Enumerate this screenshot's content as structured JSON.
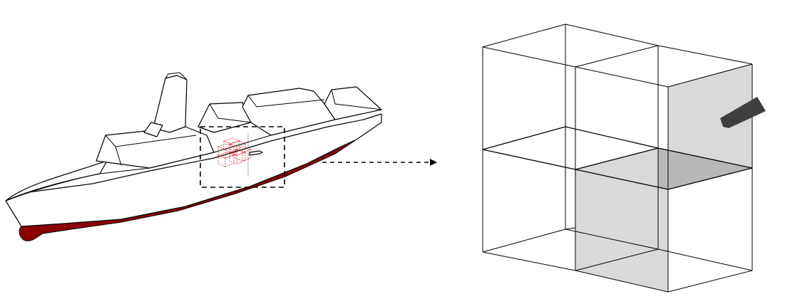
{
  "colors": {
    "hull_red": "#8b0000",
    "grid_red": "#e02020",
    "panel_gray": "#d9d9d9",
    "panel_dark": "#b8b8b8",
    "projectile": "#3f3f3f"
  },
  "icons": {
    "ship": "warship-side-view",
    "projectile": "projectile-arrow",
    "detail_cube": "compartment-cube-2x2x2"
  }
}
